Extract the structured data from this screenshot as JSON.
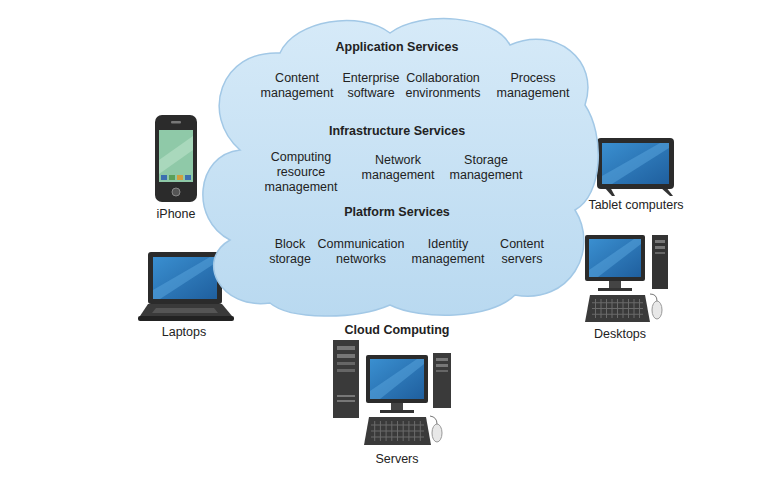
{
  "diagram": {
    "nodes": [
      {
        "text": [
          "Application Services",
          "Content management",
          "Enterprise software",
          "Collaboration environments",
          "Process management",
          "Infrastructure Services",
          "Computing resource management",
          "Network management",
          "Storage management",
          "Platform Services",
          "Block storage",
          "Communication networks",
          "Identity management",
          "Content servers",
          "Cloud Computing"
        ]
      }
    ],
    "edges": [],
    "labels": [
      "iPhone",
      "Laptops",
      "Tablet computers",
      "Desktops",
      "Servers"
    ]
  }
}
